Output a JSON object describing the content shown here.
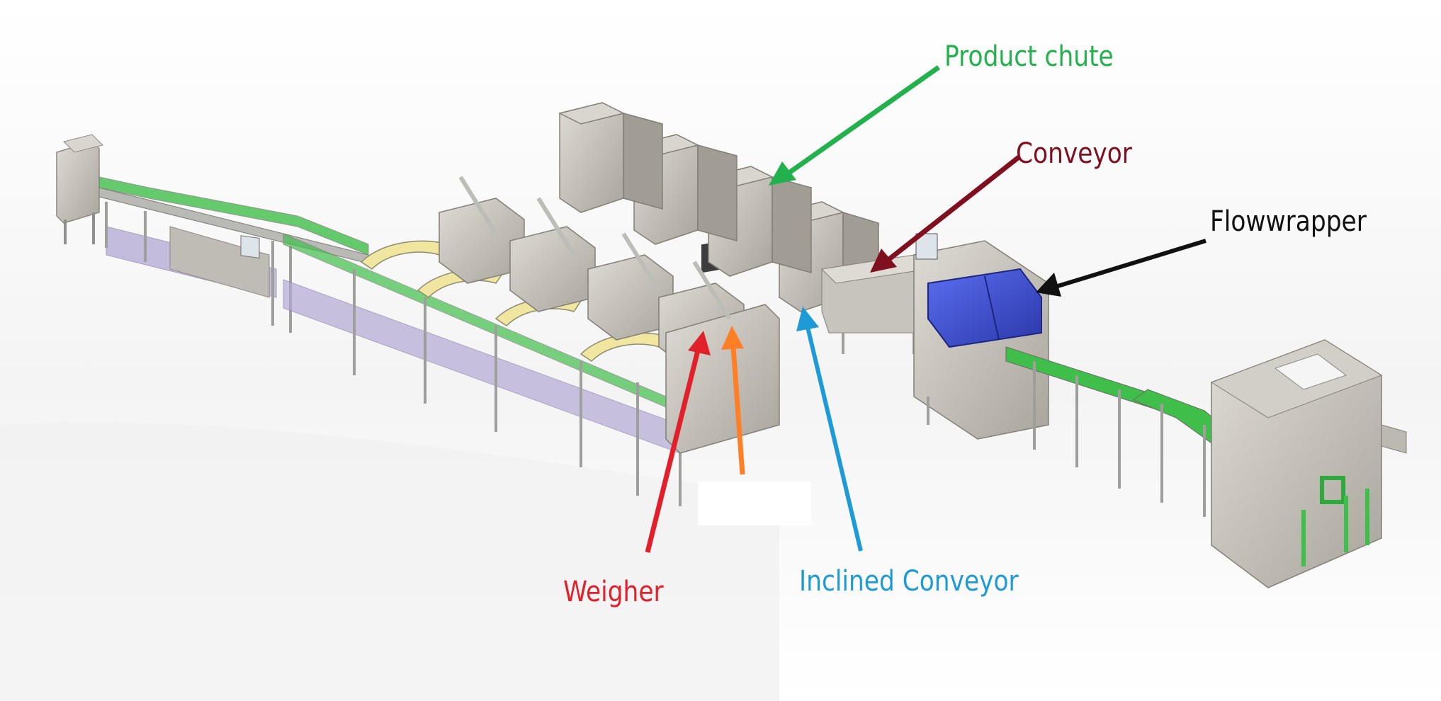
{
  "image_title": "",
  "labels": {
    "product_chute": {
      "text": "Product chute",
      "color": "#22b14c"
    },
    "conveyor": {
      "text": "Conveyor",
      "color": "#7f1020"
    },
    "flowwrapper": {
      "text": "Flowwrapper",
      "color": "#111111"
    },
    "weigher": {
      "text": "Weigher",
      "color": "#e0202a"
    },
    "inclined_conveyor": {
      "text": "Inclined Conveyor",
      "color": "#1e9ad6"
    }
  },
  "arrow_colors": {
    "hidden_label_arrow": "#ff7f27"
  },
  "colors": {
    "machine_body": "#c9c6bf",
    "machine_shadow": "#9e9a92",
    "frame_steel": "#b9b9b6",
    "belt_green": "#3fbf4a",
    "bin_purple": "#b3a9d4",
    "wrapper_blue": "#3a4fd0",
    "tray_yellow": "#f0e6a0"
  }
}
